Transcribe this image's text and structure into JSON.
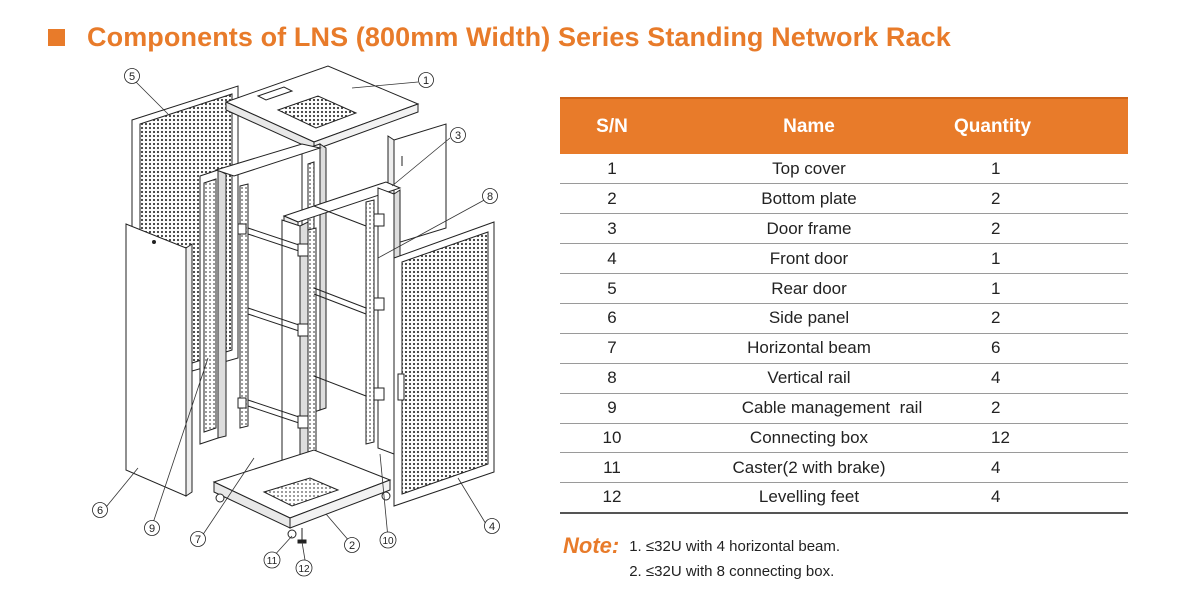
{
  "header": {
    "title": "Components of LNS (800mm Width) Series Standing Network Rack",
    "accent_color": "#e87b2a"
  },
  "diagram": {
    "callouts": [
      "1",
      "2",
      "3",
      "4",
      "5",
      "6",
      "7",
      "8",
      "9",
      "10",
      "11",
      "12"
    ]
  },
  "table": {
    "headers": {
      "sn": "S/N",
      "name": "Name",
      "quantity": "Quantity"
    },
    "rows": [
      {
        "sn": "1",
        "name": "Top cover",
        "qty": "1"
      },
      {
        "sn": "2",
        "name": "Bottom plate",
        "qty": "2"
      },
      {
        "sn": "3",
        "name": "Door frame",
        "qty": "2"
      },
      {
        "sn": "4",
        "name": "Front door",
        "qty": "1"
      },
      {
        "sn": "5",
        "name": "Rear door",
        "qty": "1"
      },
      {
        "sn": "6",
        "name": "Side panel",
        "qty": "2"
      },
      {
        "sn": "7",
        "name": "Horizontal beam",
        "qty": "6"
      },
      {
        "sn": "8",
        "name": "Vertical rail",
        "qty": "4"
      },
      {
        "sn": "9",
        "name": "Cable management  rail",
        "qty": "2"
      },
      {
        "sn": "10",
        "name": "Connecting box",
        "qty": "12"
      },
      {
        "sn": "11",
        "name": "Caster(2 with brake)",
        "qty": "4"
      },
      {
        "sn": "12",
        "name": "Levelling feet",
        "qty": "4"
      }
    ]
  },
  "note": {
    "label": "Note:",
    "lines": [
      "1. ≤32U with 4 horizontal beam.",
      "2. ≤32U with 8 connecting box."
    ]
  }
}
